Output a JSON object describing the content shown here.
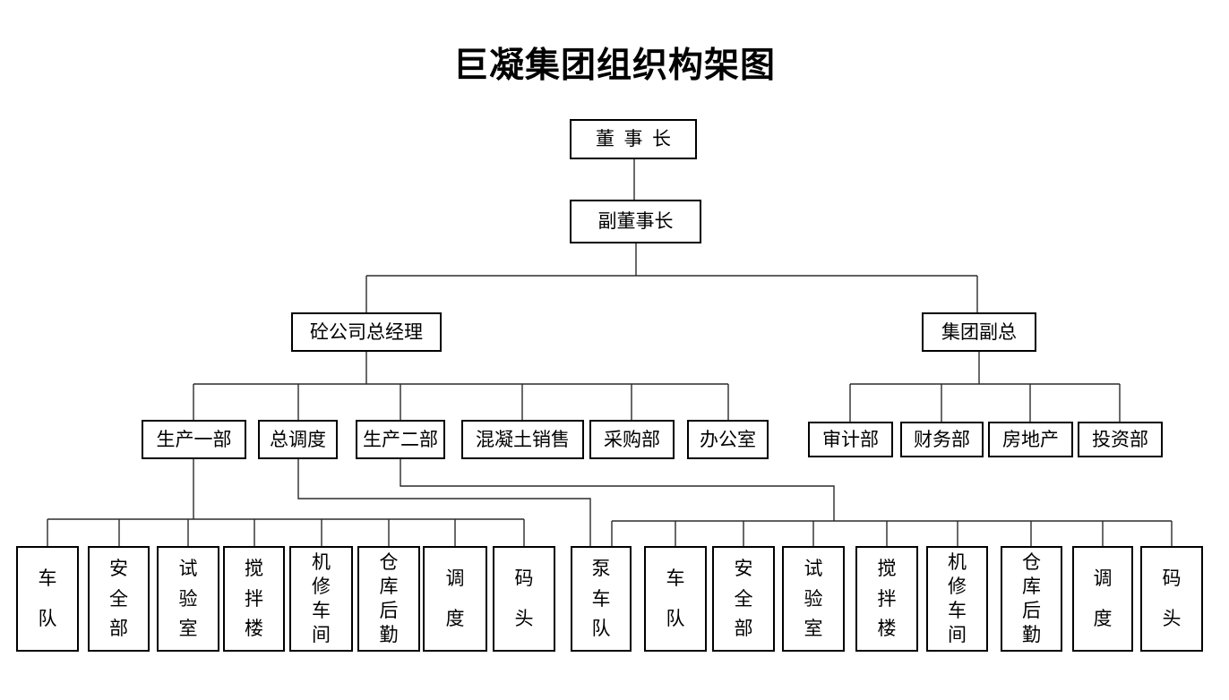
{
  "title": "巨凝集团组织构架图",
  "colors": {
    "background": "#ffffff",
    "box_border": "#000000",
    "connector_line": "#2b2b2b",
    "text": "#000000"
  },
  "chart_data": {
    "type": "org-chart",
    "title": "巨凝集团组织构架图",
    "nodes": [
      {
        "id": "chairman",
        "label": "董  事  长",
        "parent": null
      },
      {
        "id": "vice-chairman",
        "label": "副董事长",
        "parent": "chairman"
      },
      {
        "id": "concrete-company-gm",
        "label": "砼公司总经理",
        "parent": "vice-chairman"
      },
      {
        "id": "group-vp",
        "label": "集团副总",
        "parent": "vice-chairman"
      },
      {
        "id": "production-dept-1",
        "label": "生产一部",
        "parent": "concrete-company-gm"
      },
      {
        "id": "chief-dispatch",
        "label": "总调度",
        "parent": "concrete-company-gm"
      },
      {
        "id": "production-dept-2",
        "label": "生产二部",
        "parent": "concrete-company-gm"
      },
      {
        "id": "concrete-sales",
        "label": "混凝土销售",
        "parent": "concrete-company-gm"
      },
      {
        "id": "purchasing-dept",
        "label": "采购部",
        "parent": "concrete-company-gm"
      },
      {
        "id": "office",
        "label": "办公室",
        "parent": "concrete-company-gm"
      },
      {
        "id": "audit-dept",
        "label": "审计部",
        "parent": "group-vp"
      },
      {
        "id": "finance-dept",
        "label": "财务部",
        "parent": "group-vp"
      },
      {
        "id": "real-estate-dept",
        "label": "房地产",
        "parent": "group-vp"
      },
      {
        "id": "investment-dept",
        "label": "投资部",
        "parent": "group-vp"
      },
      {
        "id": "motorcade-1",
        "label": "车队",
        "parent": "production-dept-1"
      },
      {
        "id": "safety-dept-1",
        "label": "安全部",
        "parent": "production-dept-1"
      },
      {
        "id": "test-lab-1",
        "label": "试验室",
        "parent": "production-dept-1"
      },
      {
        "id": "mixing-tower-1",
        "label": "搅拌楼",
        "parent": "production-dept-1"
      },
      {
        "id": "machine-repair-1",
        "label": "机修车间",
        "parent": "production-dept-1"
      },
      {
        "id": "warehouse-logistics-1",
        "label": "仓库后勤",
        "parent": "production-dept-1"
      },
      {
        "id": "dispatch-1",
        "label": "调度",
        "parent": "production-dept-1"
      },
      {
        "id": "dock-1",
        "label": "码头",
        "parent": "production-dept-1"
      },
      {
        "id": "pump-truck-team",
        "label": "泵车队",
        "parent": "chief-dispatch, production-dept-2"
      },
      {
        "id": "motorcade-2",
        "label": "车队",
        "parent": "production-dept-2"
      },
      {
        "id": "safety-dept-2",
        "label": "安全部",
        "parent": "production-dept-2"
      },
      {
        "id": "test-lab-2",
        "label": "试验室",
        "parent": "production-dept-2"
      },
      {
        "id": "mixing-tower-2",
        "label": "搅拌楼",
        "parent": "production-dept-2"
      },
      {
        "id": "machine-repair-2",
        "label": "机修车间",
        "parent": "production-dept-2"
      },
      {
        "id": "warehouse-logistics-2",
        "label": "仓库后勤",
        "parent": "production-dept-2"
      },
      {
        "id": "dispatch-2",
        "label": "调度",
        "parent": "production-dept-2"
      },
      {
        "id": "dock-2",
        "label": "码头",
        "parent": "production-dept-2"
      }
    ]
  }
}
